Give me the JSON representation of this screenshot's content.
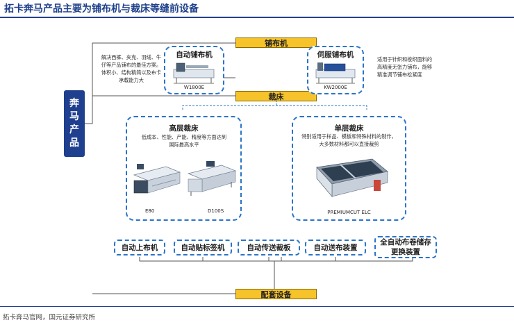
{
  "title": "拓卡奔马产品主要为铺布机与裁床等缝前设备",
  "source": "拓卡奔马官网，国元证券研究所",
  "root": {
    "label": "奔马产品"
  },
  "categories": {
    "spreader": "铺布机",
    "cutter": "裁床",
    "accessory": "配套设备"
  },
  "spreader": {
    "left_desc": "解决西裤、夹克、羽绒、牛仔等产品铺布的最佳方案。体积小、结构精简以及布卡承载能力大",
    "auto": {
      "title": "自动铺布机",
      "model": "W1800E"
    },
    "servo": {
      "title": "伺服铺布机",
      "model": "KW2000E"
    },
    "right_desc": "适用于针织和梭织面料的高精度无张力铺布，能够精准调节铺布松紧度"
  },
  "cutter": {
    "multi": {
      "title": "高层裁床",
      "desc": "低成本、性能、产能、精度等方面达到国际最高水平",
      "models": [
        "E80",
        "D100S"
      ]
    },
    "single": {
      "title": "单层裁床",
      "desc": "特别适用于样品、模板和特殊材料的制作，大多数材料都可以直接裁剪",
      "model": "PREMIUMCUT ELC"
    }
  },
  "accessories": [
    "自动上布机",
    "自动贴标签机",
    "自动传送裁板",
    "自动送布装置",
    "全自动布卷储存更换装置"
  ],
  "colors": {
    "primary": "#1f3f8f",
    "dashed": "#2a74c8",
    "label": "#f6c32a"
  }
}
